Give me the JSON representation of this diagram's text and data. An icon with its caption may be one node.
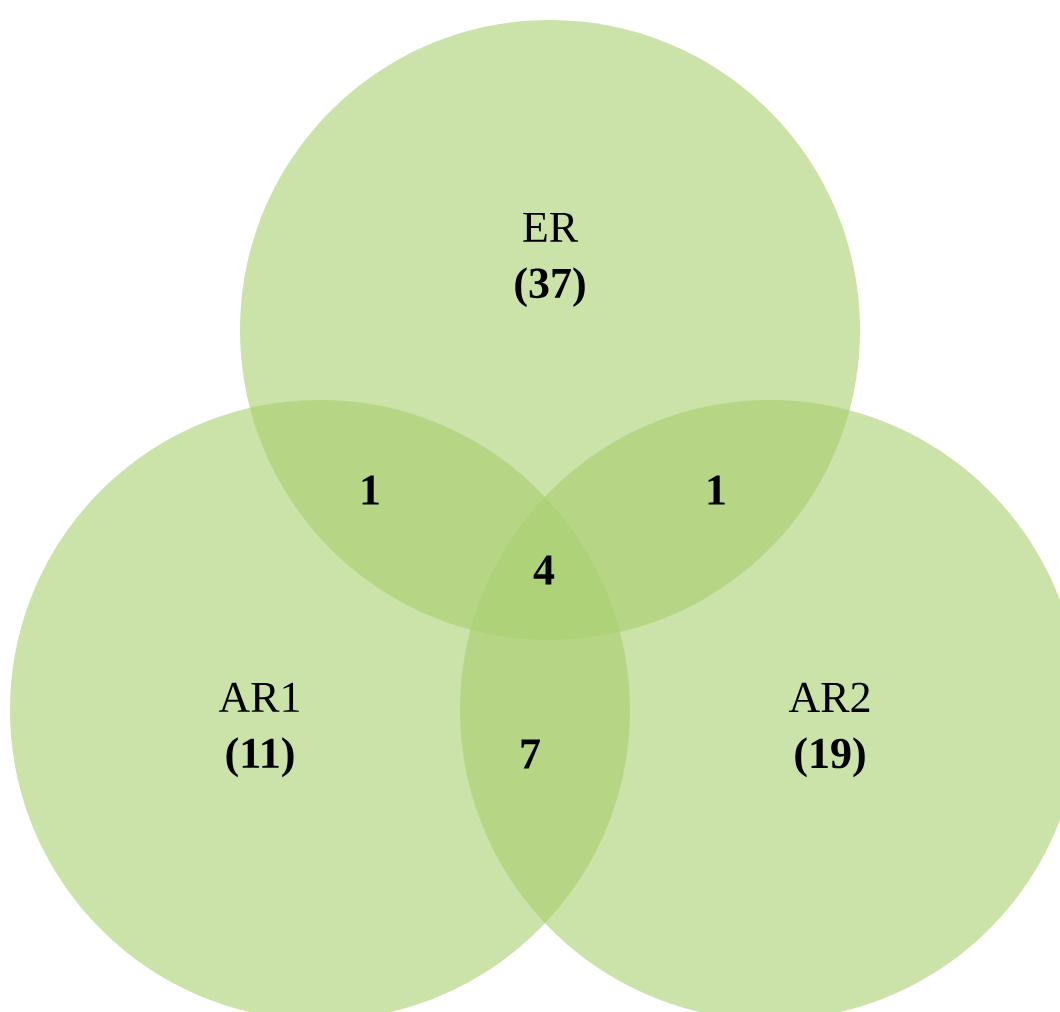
{
  "diagram": {
    "nodes": [
      {
        "text": [
          "ER",
          "(37)"
        ]
      },
      {
        "text": [
          "AR1",
          "(11)"
        ]
      },
      {
        "text": [
          "AR2",
          "(19)"
        ]
      }
    ],
    "labels": [
      "1",
      "1",
      "4",
      "7"
    ]
  }
}
